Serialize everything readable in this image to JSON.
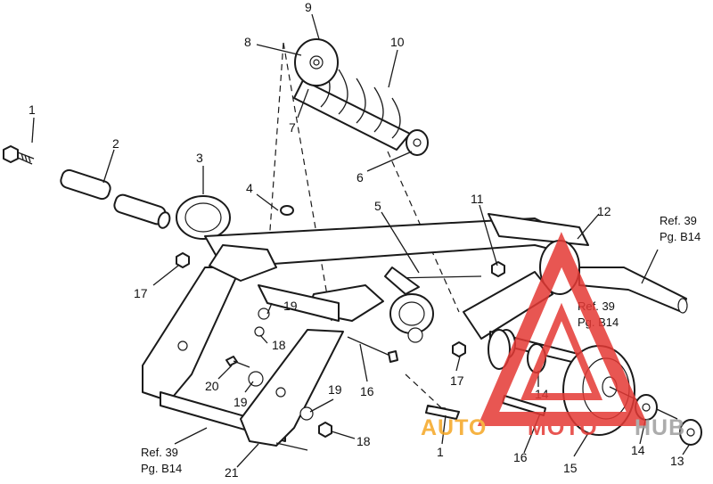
{
  "callouts": [
    {
      "label": "1"
    },
    {
      "label": "2"
    },
    {
      "label": "3"
    },
    {
      "label": "4"
    },
    {
      "label": "5"
    },
    {
      "label": "6"
    },
    {
      "label": "7"
    },
    {
      "label": "8"
    },
    {
      "label": "9"
    },
    {
      "label": "10"
    },
    {
      "label": "11"
    },
    {
      "label": "12"
    },
    {
      "label": "13"
    },
    {
      "label": "14"
    },
    {
      "label": "14"
    },
    {
      "label": "14"
    },
    {
      "label": "15"
    },
    {
      "label": "16"
    },
    {
      "label": "16"
    },
    {
      "label": "17"
    },
    {
      "label": "17"
    },
    {
      "label": "18"
    },
    {
      "label": "18"
    },
    {
      "label": "19"
    },
    {
      "label": "19"
    },
    {
      "label": "19"
    },
    {
      "label": "20"
    },
    {
      "label": "21"
    },
    {
      "label": "1"
    }
  ],
  "references": [
    {
      "line1": "Ref. 39",
      "line2": "Pg. B14"
    },
    {
      "line1": "Ref. 39",
      "line2": "Pg. B14"
    },
    {
      "line1": "Ref. 39",
      "line2": "Pg. B14"
    }
  ],
  "watermark": {
    "text_left": "AUTO",
    "text_mid": "MOTO",
    "text_right": "HUB",
    "colors": {
      "red": "#e53935",
      "orange": "#f5a623",
      "gray": "#9e9e9e"
    }
  }
}
